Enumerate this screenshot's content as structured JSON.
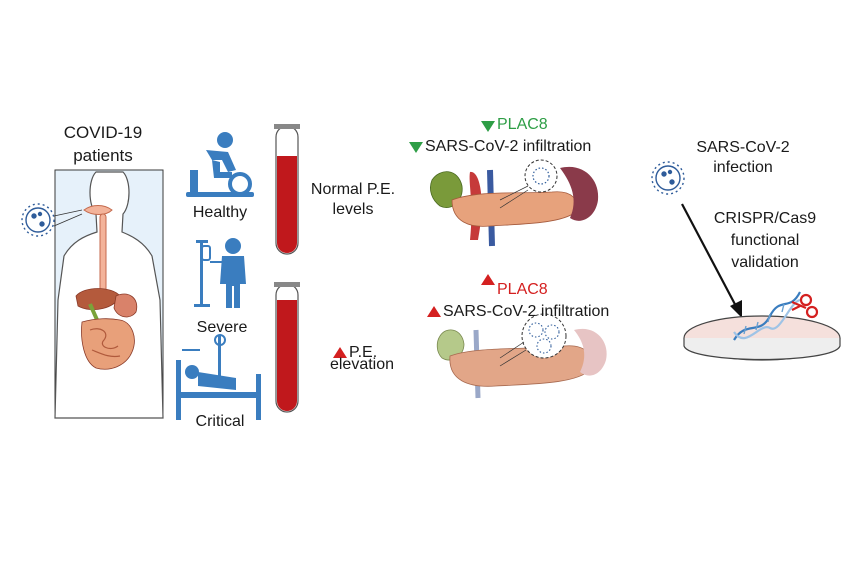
{
  "patients_title_line1": "COVID-19",
  "patients_title_line2": "patients",
  "groups": {
    "healthy": "Healthy",
    "severe": "Severe",
    "critical": "Critical"
  },
  "pe": {
    "normal_line1": "Normal P.E.",
    "normal_line2": "levels",
    "elevation_line1": "P.E.",
    "elevation_line2": "elevation"
  },
  "pancreas_top": {
    "marker": "PLAC8",
    "infiltration": "SARS-CoV-2 infiltration",
    "direction": "down",
    "color": "#2e9e46"
  },
  "pancreas_bottom": {
    "marker": "PLAC8",
    "infiltration": "SARS-CoV-2 infiltration",
    "direction": "up",
    "color": "#d42020"
  },
  "infection": {
    "line1": "SARS-CoV-2",
    "line2": "infection"
  },
  "crispr": {
    "line1": "CRISPR/Cas9",
    "line2": "functional",
    "line3": "validation"
  },
  "colors": {
    "icon_blue": "#3a7dbf",
    "blood_red": "#c0181c",
    "body_panel": "#e6f1fa",
    "tissue": "#e8a07a"
  }
}
